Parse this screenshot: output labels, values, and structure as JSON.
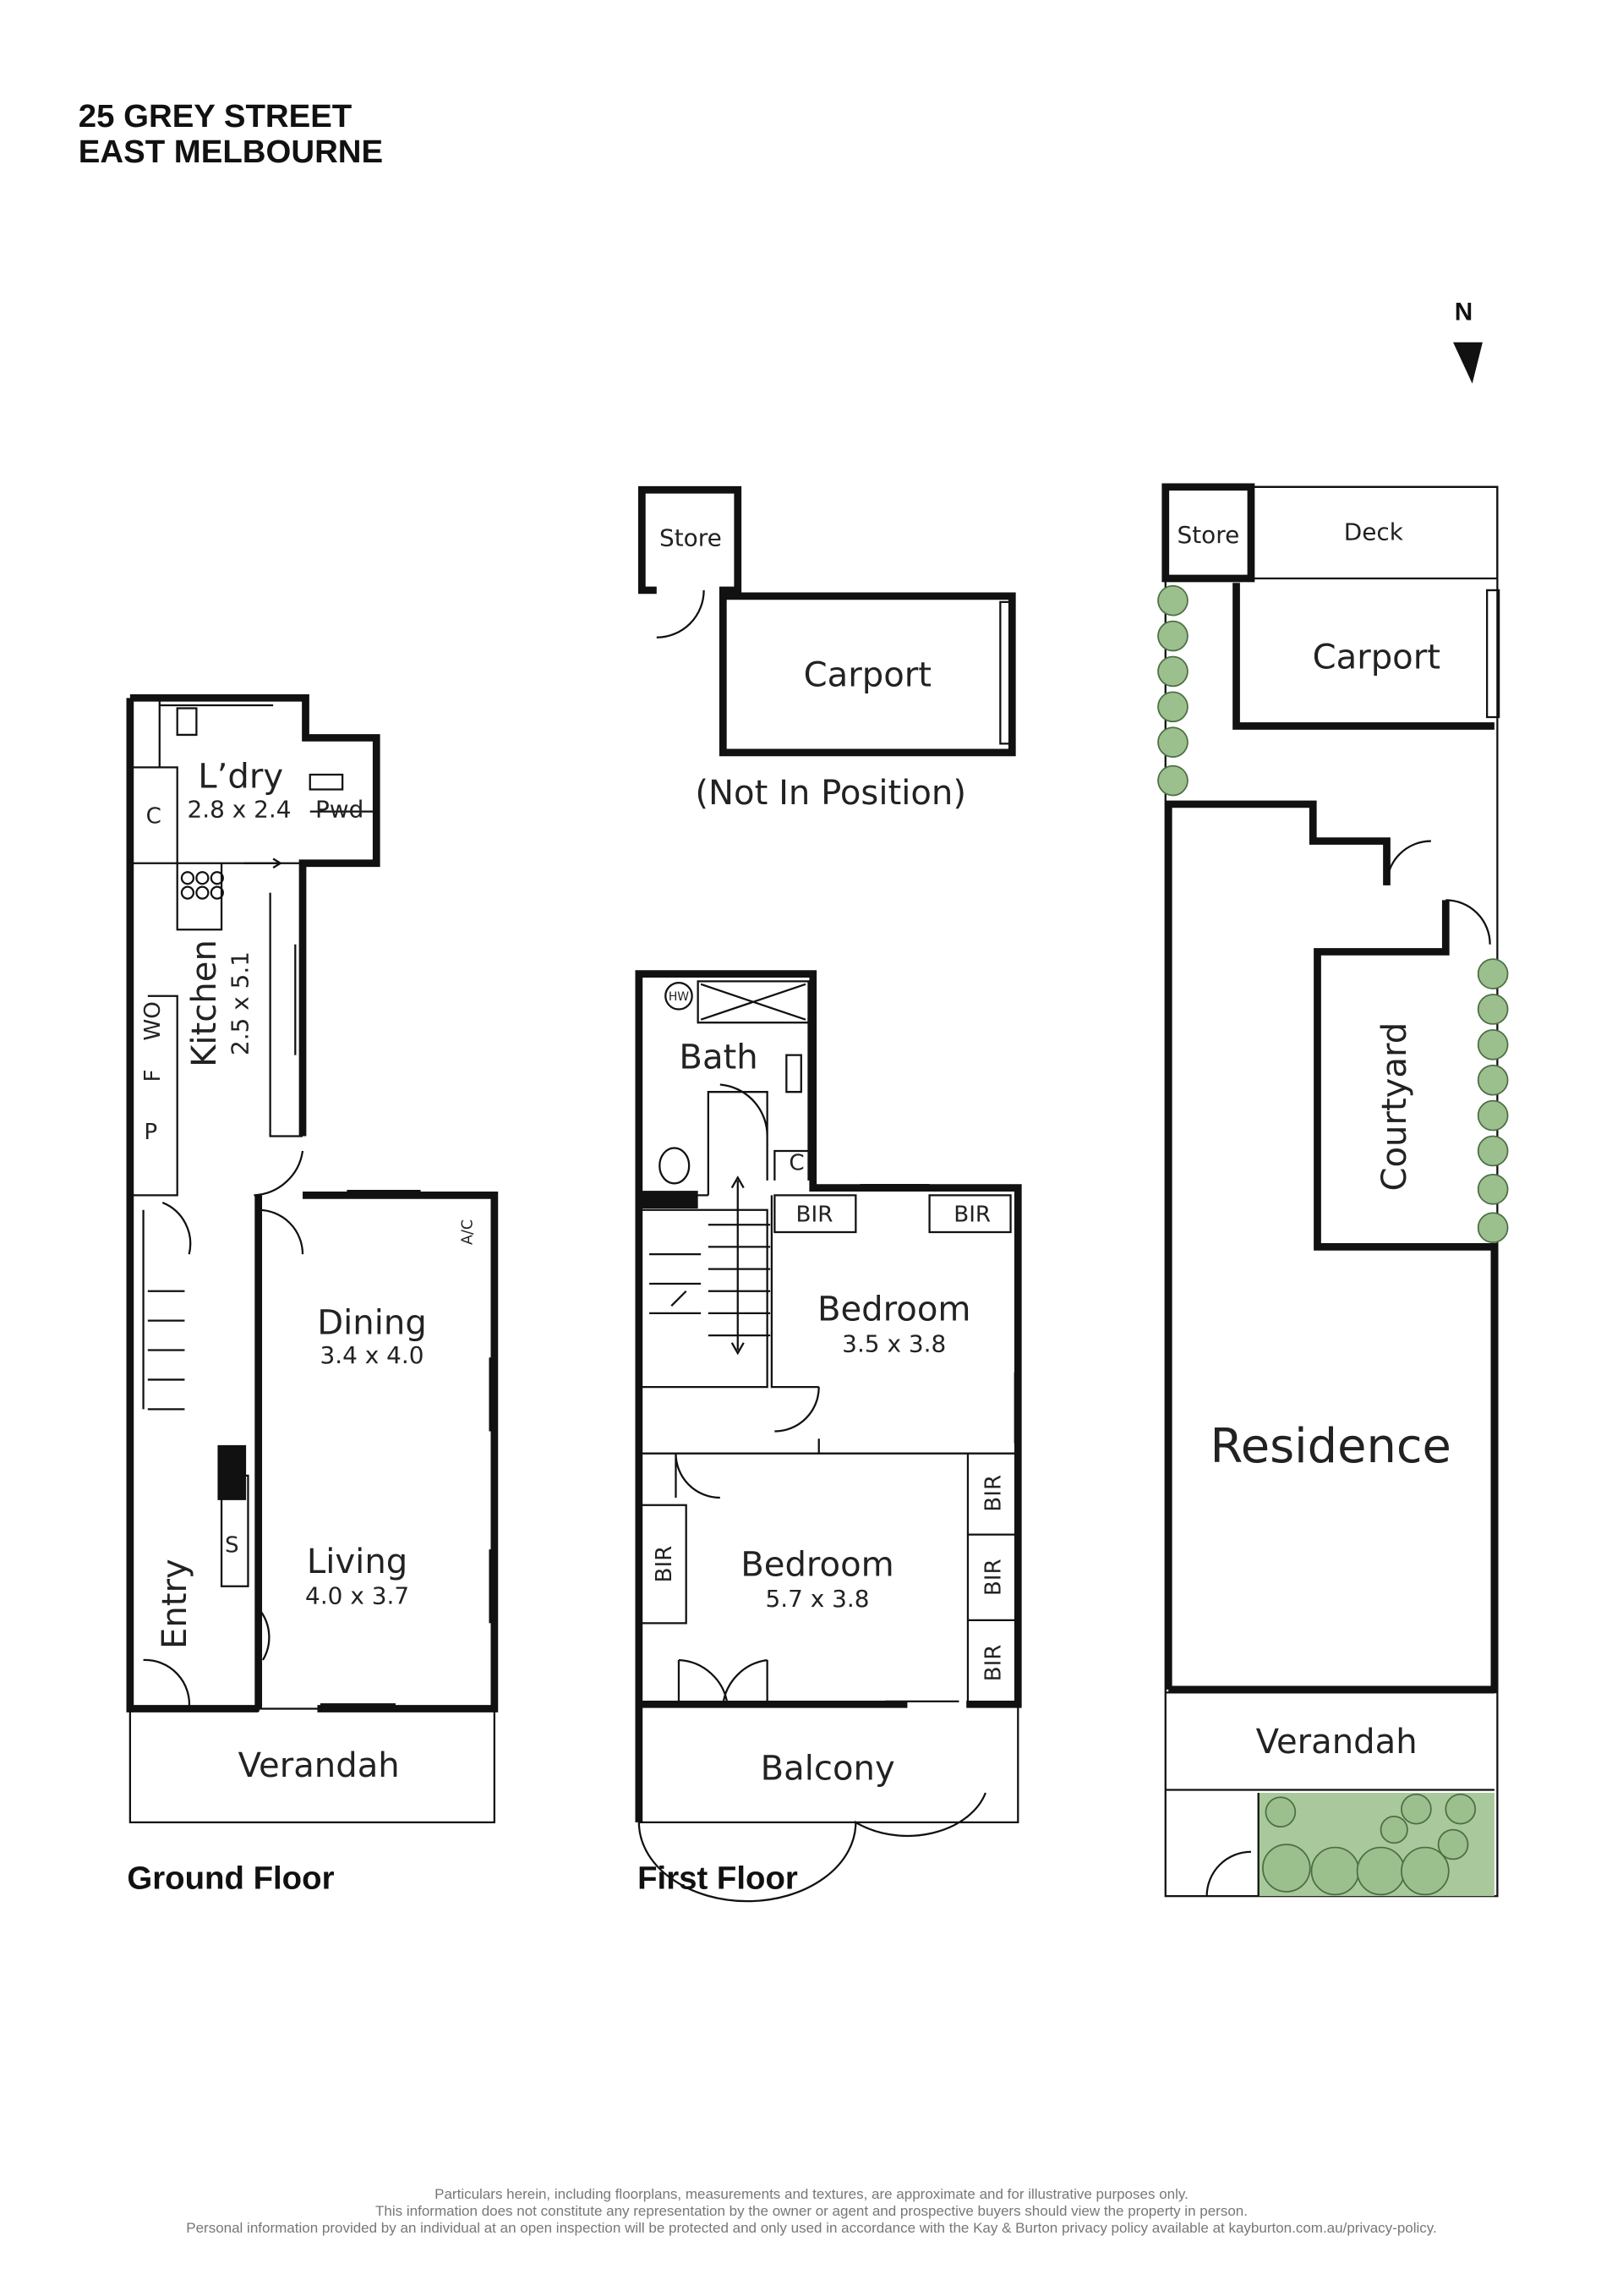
{
  "title": {
    "line1": "25 GREY STREET",
    "line2": "EAST MELBOURNE"
  },
  "compass": {
    "label": "N"
  },
  "ground_floor": {
    "heading": "Ground Floor",
    "rooms": {
      "laundry": {
        "name": "L’dry",
        "dims": "2.8 x 2.4"
      },
      "powder": {
        "name": "Pwd"
      },
      "kitchen": {
        "name": "Kitchen",
        "dims": "2.5 x 5.1"
      },
      "dining": {
        "name": "Dining",
        "dims": "3.4 x 4.0"
      },
      "living": {
        "name": "Living",
        "dims": "4.0 x 3.7"
      },
      "entry": {
        "name": "Entry"
      },
      "verandah": {
        "name": "Verandah"
      }
    },
    "fixtures": {
      "cupboard": "C",
      "wall_oven": "WO",
      "fridge": "F",
      "pantry": "P",
      "aircon": "A/C",
      "stove": "S"
    }
  },
  "first_floor": {
    "heading": "First Floor",
    "rooms": {
      "bath": {
        "name": "Bath"
      },
      "bedroom1": {
        "name": "Bedroom",
        "dims": "3.5 x 3.8"
      },
      "bedroom2": {
        "name": "Bedroom",
        "dims": "5.7 x 3.8"
      },
      "balcony": {
        "name": "Balcony"
      }
    },
    "fixtures": {
      "hot_water": "HW",
      "bir": "BIR",
      "cupboard": "C"
    }
  },
  "outbuilding": {
    "store": "Store",
    "carport": "Carport",
    "note": "(Not In Position)"
  },
  "site_plan": {
    "store": "Store",
    "deck": "Deck",
    "carport": "Carport",
    "courtyard": "Courtyard",
    "residence": "Residence",
    "verandah": "Verandah"
  },
  "footer": {
    "line1": "Particulars herein, including floorplans, measurements and textures, are approximate and for illustrative purposes only.",
    "line2": "This information does not constitute any representation by the owner or agent and prospective buyers should view the property in person.",
    "line3": "Personal information provided by an individual at an open inspection will be protected and only used in accordance with the Kay & Burton privacy policy available at kayburton.com.au/privacy-policy."
  },
  "colors": {
    "wall": "#111111",
    "garden": "#a9c99c",
    "text": "#222222"
  }
}
